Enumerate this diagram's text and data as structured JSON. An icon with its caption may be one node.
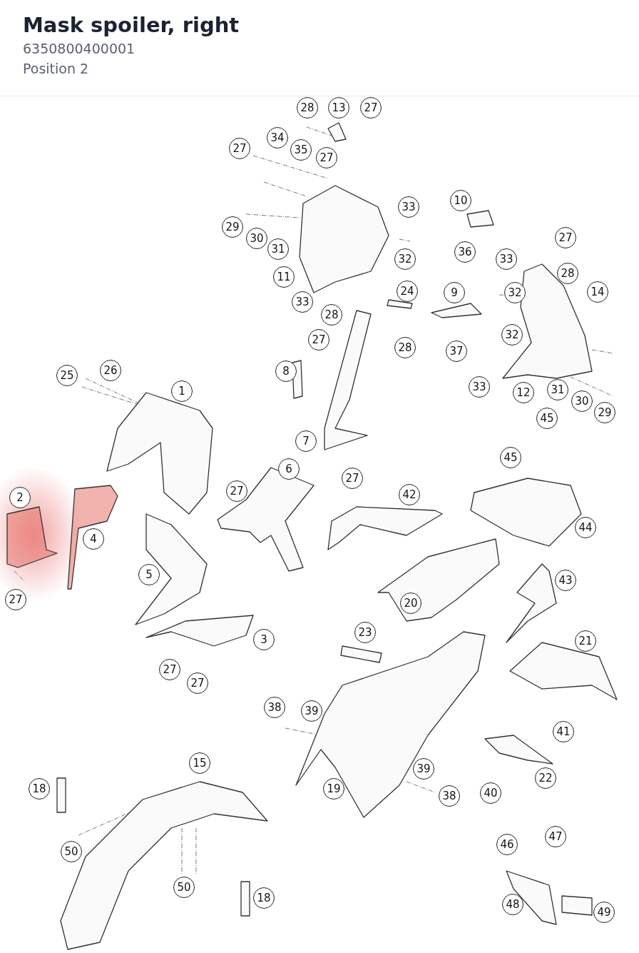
{
  "diagram": {
    "title": "Mask spoiler, right",
    "labels": [
      "6350800400001",
      "Position 2",
      "28",
      "13",
      "27",
      "34",
      "27",
      "35",
      "27",
      "33",
      "10",
      "29",
      "30",
      "31",
      "32",
      "36",
      "27",
      "33",
      "11",
      "28",
      "14",
      "9",
      "24",
      "32",
      "33",
      "28",
      "32",
      "27",
      "28",
      "37",
      "26",
      "25",
      "8",
      "33",
      "12",
      "31",
      "30",
      "29",
      "1",
      "45",
      "7",
      "45",
      "6",
      "27",
      "27",
      "2",
      "42",
      "4",
      "44",
      "5",
      "43",
      "27",
      "20",
      "3",
      "23",
      "21",
      "27",
      "27",
      "38",
      "39",
      "41",
      "15",
      "39",
      "18",
      "19",
      "22",
      "40",
      "38",
      "47",
      "46",
      "50",
      "50",
      "18",
      "48",
      "49"
    ]
  }
}
